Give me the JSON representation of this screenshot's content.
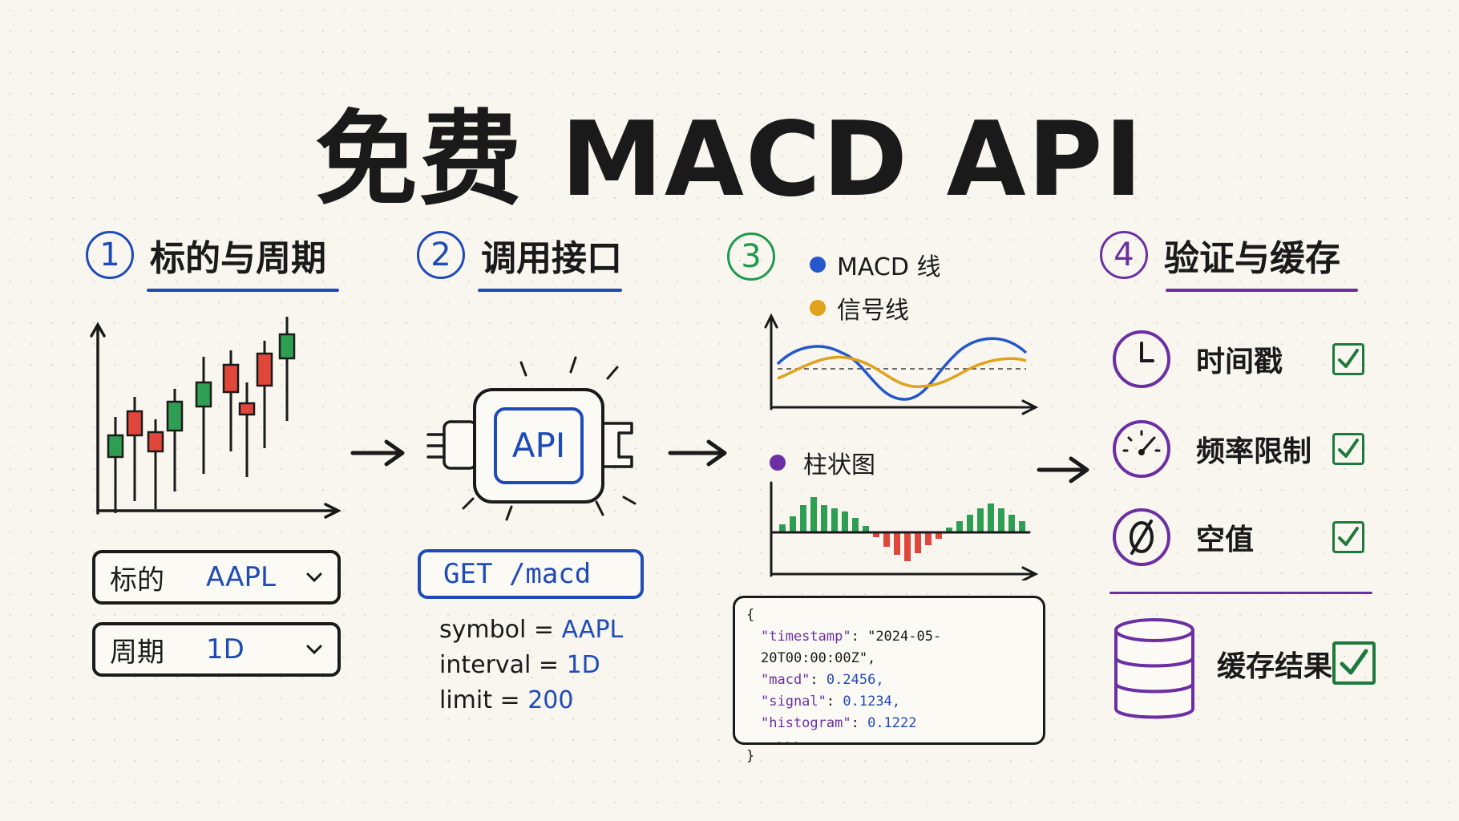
{
  "title": "免费 MACD API",
  "colors": {
    "blue": "#1f4bb8",
    "green_step": "#1e9a4c",
    "purple": "#6b2fa3",
    "candle_green": "#2e9e52",
    "candle_red": "#e0473a",
    "macd_line": "#2457c9",
    "signal_line": "#e0a21c",
    "check_green": "#1e7a3c"
  },
  "step1": {
    "number": "1",
    "title": "标的与周期",
    "symbol_label": "标的",
    "symbol_value": "AAPL",
    "period_label": "周期",
    "period_value": "1D",
    "icon": "chevron-down-icon"
  },
  "step2": {
    "number": "2",
    "title": "调用接口",
    "device_label": "API",
    "endpoint": "GET /macd",
    "params": [
      {
        "key": "symbol",
        "eq": " = ",
        "value": "AAPL"
      },
      {
        "key": "interval",
        "eq": " = ",
        "value": "1D"
      },
      {
        "key": "limit",
        "eq": " = ",
        "value": "200"
      }
    ]
  },
  "step3": {
    "number": "3",
    "legend_macd": "MACD 线",
    "legend_signal": "信号线",
    "legend_hist": "柱状图",
    "json_lines": {
      "open": "{",
      "timestamp_key": "\"timestamp\"",
      "timestamp_val": "\"2024-05-20T00:00:00Z\",",
      "macd_key": "\"macd\"",
      "macd_val": "0.2456,",
      "signal_key": "\"signal\"",
      "signal_val": "0.1234,",
      "hist_key": "\"histogram\"",
      "hist_val": "0.1222",
      "ellipsis": "...",
      "close": "}"
    }
  },
  "step4": {
    "number": "4",
    "title": "验证与缓存",
    "checks": [
      {
        "label": "时间戳",
        "icon": "clock-icon"
      },
      {
        "label": "频率限制",
        "icon": "gauge-icon"
      },
      {
        "label": "空值",
        "icon": "null-icon"
      }
    ],
    "cache_label": "缓存结果",
    "cache_icon": "database-icon"
  }
}
